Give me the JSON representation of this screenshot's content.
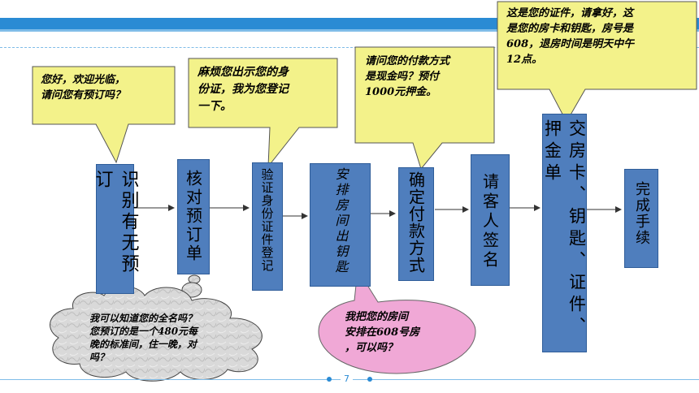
{
  "slide": {
    "page_number": "7"
  },
  "steps": [
    {
      "id": "identify",
      "label": "识别有无预订"
    },
    {
      "id": "verify",
      "label": "核对预订单"
    },
    {
      "id": "register",
      "label": "验证身份证件登记"
    },
    {
      "id": "arrange",
      "label": "安排房间出钥匙"
    },
    {
      "id": "payment",
      "label": "确定付款方式"
    },
    {
      "id": "sign",
      "label": "请客人签名"
    },
    {
      "id": "handover",
      "label": "交房卡、钥匙、证件、押金单"
    },
    {
      "id": "complete",
      "label": "完成手续"
    }
  ],
  "callouts": {
    "greeting": [
      "您好，欢迎光临，",
      "请问您有预订吗？"
    ],
    "id_request": [
      "麻烦您出示您的身",
      "份证，我为您登记",
      "一下。"
    ],
    "payment": [
      "请问您的付款方式",
      "是现金吗？预付",
      "1000元押金。"
    ],
    "handover": [
      "这是您的证件，请拿好，这",
      "是您的房卡和钥匙，房号是",
      "608，退房时间是明天中午",
      "12点。"
    ],
    "confirm_name": [
      "我可以知道您的全名吗？",
      "您预订的是一个480元每",
      "晚的标准间，住一晚，对",
      "吗？"
    ],
    "room_assign": [
      "我把您的房间",
      "安排在608号房",
      "，可以吗？"
    ]
  },
  "colors": {
    "box_fill": "#4f7ebd",
    "callout_fill": "#f3f28a",
    "cloud_fill": "#d7d7d7",
    "oval_fill": "#f0a8d6",
    "accent": "#2a8bd4"
  }
}
